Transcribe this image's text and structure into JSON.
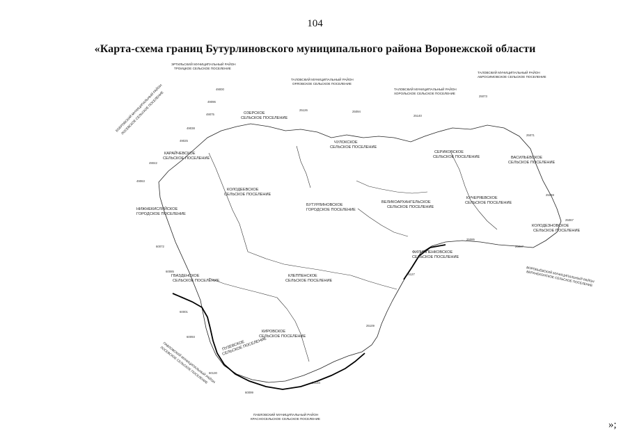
{
  "page_number": "104",
  "title": "«Карта-схема границ Бутурлиновского муниципального района Воронежской области",
  "end_mark": "»;",
  "settlements": [
    {
      "id": "ozerki",
      "line1": "ОЗЕРСКОЕ",
      "line2": "СЕЛЬСКОЕ ПОСЕЛЕНИЕ"
    },
    {
      "id": "karaychev",
      "line1": "КАРАЙЧЕВСКОЕ",
      "line2": "СЕЛЬСКОЕ ПОСЕЛЕНИЕ"
    },
    {
      "id": "chulok",
      "line1": "ЧУЛОКСКОЕ",
      "line2": "СЕЛЬСКОЕ ПОСЕЛЕНИЕ"
    },
    {
      "id": "serikovo",
      "line1": "СЕРИКОВСКОЕ",
      "line2": "СЕЛЬСКОЕ ПОСЕЛЕНИЕ"
    },
    {
      "id": "vasilyevka",
      "line1": "ВАСИЛЬЕВСКОЕ",
      "line2": "СЕЛЬСКОЕ ПОСЕЛЕНИЕ"
    },
    {
      "id": "kolodeevka",
      "line1": "КОЛОДЕЕВСКОЕ",
      "line2": "СЕЛЬСКОЕ ПОСЕЛЕНИЕ"
    },
    {
      "id": "buturlinovka",
      "line1": "БУТУРЛИНОВСКОЕ",
      "line2": "ГОРОДСКОЕ ПОСЕЛЕНИЕ"
    },
    {
      "id": "velikoarkh",
      "line1": "ВЕЛИКОАРХАНГЕЛЬСКОЕ",
      "line2": "СЕЛЬСКОЕ ПОСЕЛЕНИЕ"
    },
    {
      "id": "kucheryaevka",
      "line1": "КУЧЕРЯЕВСКОЕ",
      "line2": "СЕЛЬСКОЕ ПОСЕЛЕНИЕ"
    },
    {
      "id": "kolodeznoe",
      "line1": "КОЛОДЕЗНОВСКОЕ",
      "line2": "СЕЛЬСКОЕ ПОСЕЛЕНИЕ"
    },
    {
      "id": "nizhnekislyay",
      "line1": "НИЖНЕКИСЛЯЙСКОЕ",
      "line2": "ГОРОДСКОЕ ПОСЕЛЕНИЕ"
    },
    {
      "id": "filippenkovo",
      "line1": "ФИЛИППЕНКОВСКОЕ",
      "line2": "СЕЛЬСКОЕ ПОСЕЛЕНИЕ"
    },
    {
      "id": "gvazda",
      "line1": "ГВАЗДЕНСКОЕ",
      "line2": "СЕЛЬСКОЕ ПОСЕЛЕНИЕ"
    },
    {
      "id": "kleppenskoe",
      "line1": "КЛЕППЕНСКОЕ",
      "line2": "СЕЛЬСКОЕ ПОСЕЛЕНИЕ"
    },
    {
      "id": "kirovskoe",
      "line1": "КИРОВСКОЕ",
      "line2": "СЕЛЬСКОЕ ПОСЕЛЕНИЕ"
    },
    {
      "id": "puskhar",
      "line1": "ПУЗЕВСКОЕ",
      "line2": "СЕЛЬСКОЕ ПОСЕЛЕНИЕ"
    }
  ],
  "neighbors": [
    {
      "id": "n_talovaya_top",
      "line1": "ТАЛОВСКИЙ МУНИЦИПАЛЬНЫЙ РАЙОН",
      "line2": "ОРЛОВСКОЕ СЕЛЬСКОЕ ПОСЕЛЕНИЕ"
    },
    {
      "id": "n_ertil",
      "line1": "ЭРТИЛЬСКИЙ МУНИЦИПАЛЬНЫЙ РАЙОН",
      "line2": "ТРОИЦКОЕ СЕЛЬСКОЕ ПОСЕЛЕНИЕ"
    },
    {
      "id": "n_talovaya_mid",
      "line1": "ТАЛОВСКИЙ МУНИЦИПАЛЬНЫЙ РАЙОН",
      "line2": "ХОРОЛЬСКОЕ СЕЛЬСКОЕ ПОСЕЛЕНИЕ"
    },
    {
      "id": "n_talovaya_right",
      "line1": "ТАЛОВСКИЙ МУНИЦИПАЛЬНЫЙ РАЙОН",
      "line2": "АБРОСИМОВСКОЕ СЕЛЬСКОЕ ПОСЕЛЕНИЕ"
    },
    {
      "id": "n_vorobyovka",
      "line1": "ВОРОБЬЁВСКИЙ МУНИЦИПАЛЬНЫЙ РАЙОН",
      "line2": "ВЕРХНЕКОНСКОЕ СЕЛЬСКОЕ ПОСЕЛЕНИЕ"
    },
    {
      "id": "n_pavlovsk_bot",
      "line1": "ПАВЛОВСКИЙ МУНИЦИПАЛЬНЫЙ РАЙОН",
      "line2": "КРАСНОСЕЛЬСКОЕ СЕЛЬСКОЕ ПОСЕЛЕНИЕ"
    },
    {
      "id": "n_bobrov",
      "line1": "БОБРОВСКИЙ МУНИЦИПАЛЬНЫЙ РАЙОН",
      "line2": "ЛОСЕВСКОЕ СЕЛЬСКОЕ ПОСЕЛЕНИЕ"
    },
    {
      "id": "n_pavlovsk_left",
      "line1": "ПАВЛОВСКИЙ МУНИЦИПАЛЬНЫЙ РАЙОН",
      "line2": "ЛОСЕВСКОЕ СЕЛЬСКОЕ ПОСЕЛЕНИЕ"
    }
  ],
  "points": [
    "49000",
    "49096",
    "49075",
    "49038",
    "49025",
    "25126",
    "25094",
    "25140",
    "25073",
    "25071",
    "25059",
    "60001",
    "60093",
    "60130",
    "60099",
    "25134",
    "25109",
    "25127",
    "25085",
    "25017",
    "49042",
    "49063",
    "25067",
    "60072",
    "60085"
  ]
}
